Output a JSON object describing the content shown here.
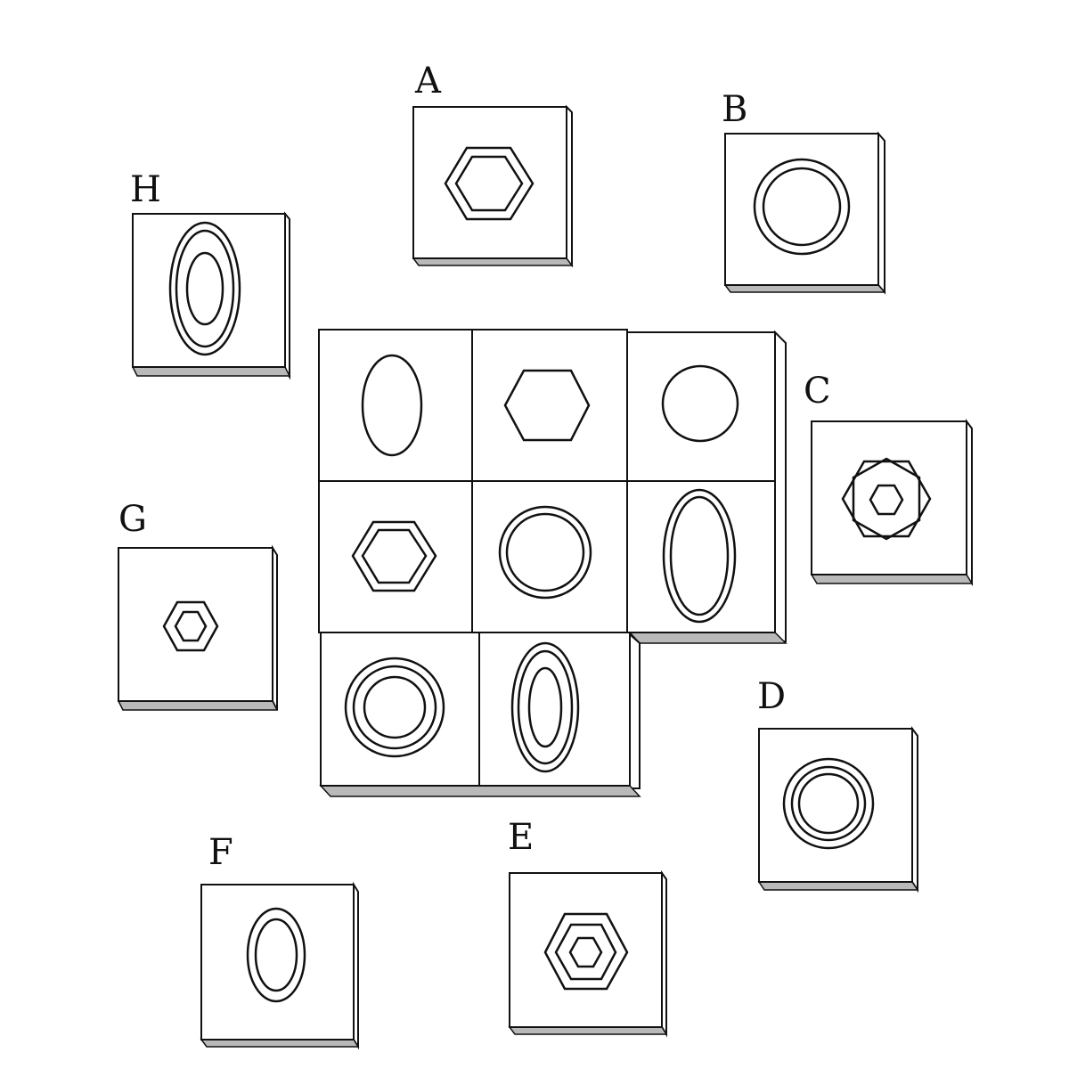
{
  "puzzle": {
    "matrix": [
      {
        "id": "r1c1",
        "shapes": [
          "oval"
        ]
      },
      {
        "id": "r1c2",
        "shapes": [
          "hexagon"
        ]
      },
      {
        "id": "r1c3",
        "shapes": [
          "circle"
        ]
      },
      {
        "id": "r2c1",
        "shapes": [
          "hexagon",
          "hexagon"
        ]
      },
      {
        "id": "r2c2",
        "shapes": [
          "circle",
          "circle"
        ]
      },
      {
        "id": "r2c3",
        "shapes": [
          "oval",
          "oval"
        ]
      },
      {
        "id": "r3c1",
        "shapes": [
          "circle",
          "circle",
          "circle"
        ]
      },
      {
        "id": "r3c2",
        "shapes": [
          "oval",
          "oval",
          "oval"
        ]
      },
      {
        "id": "r3c3",
        "shapes": [],
        "missing": true
      }
    ],
    "options": [
      {
        "label": "A",
        "shapes": [
          "hexagon",
          "hexagon"
        ]
      },
      {
        "label": "B",
        "shapes": [
          "circle",
          "circle"
        ]
      },
      {
        "label": "C",
        "shapes": [
          "hexagon",
          "hexagon-rotated",
          "hexagon"
        ]
      },
      {
        "label": "D",
        "shapes": [
          "circle",
          "circle",
          "circle"
        ]
      },
      {
        "label": "E",
        "shapes": [
          "hexagon",
          "hexagon",
          "hexagon"
        ]
      },
      {
        "label": "F",
        "shapes": [
          "oval",
          "oval"
        ]
      },
      {
        "label": "G",
        "shapes": [
          "hexagon",
          "hexagon"
        ]
      },
      {
        "label": "H",
        "shapes": [
          "oval",
          "oval",
          "oval"
        ]
      }
    ]
  }
}
